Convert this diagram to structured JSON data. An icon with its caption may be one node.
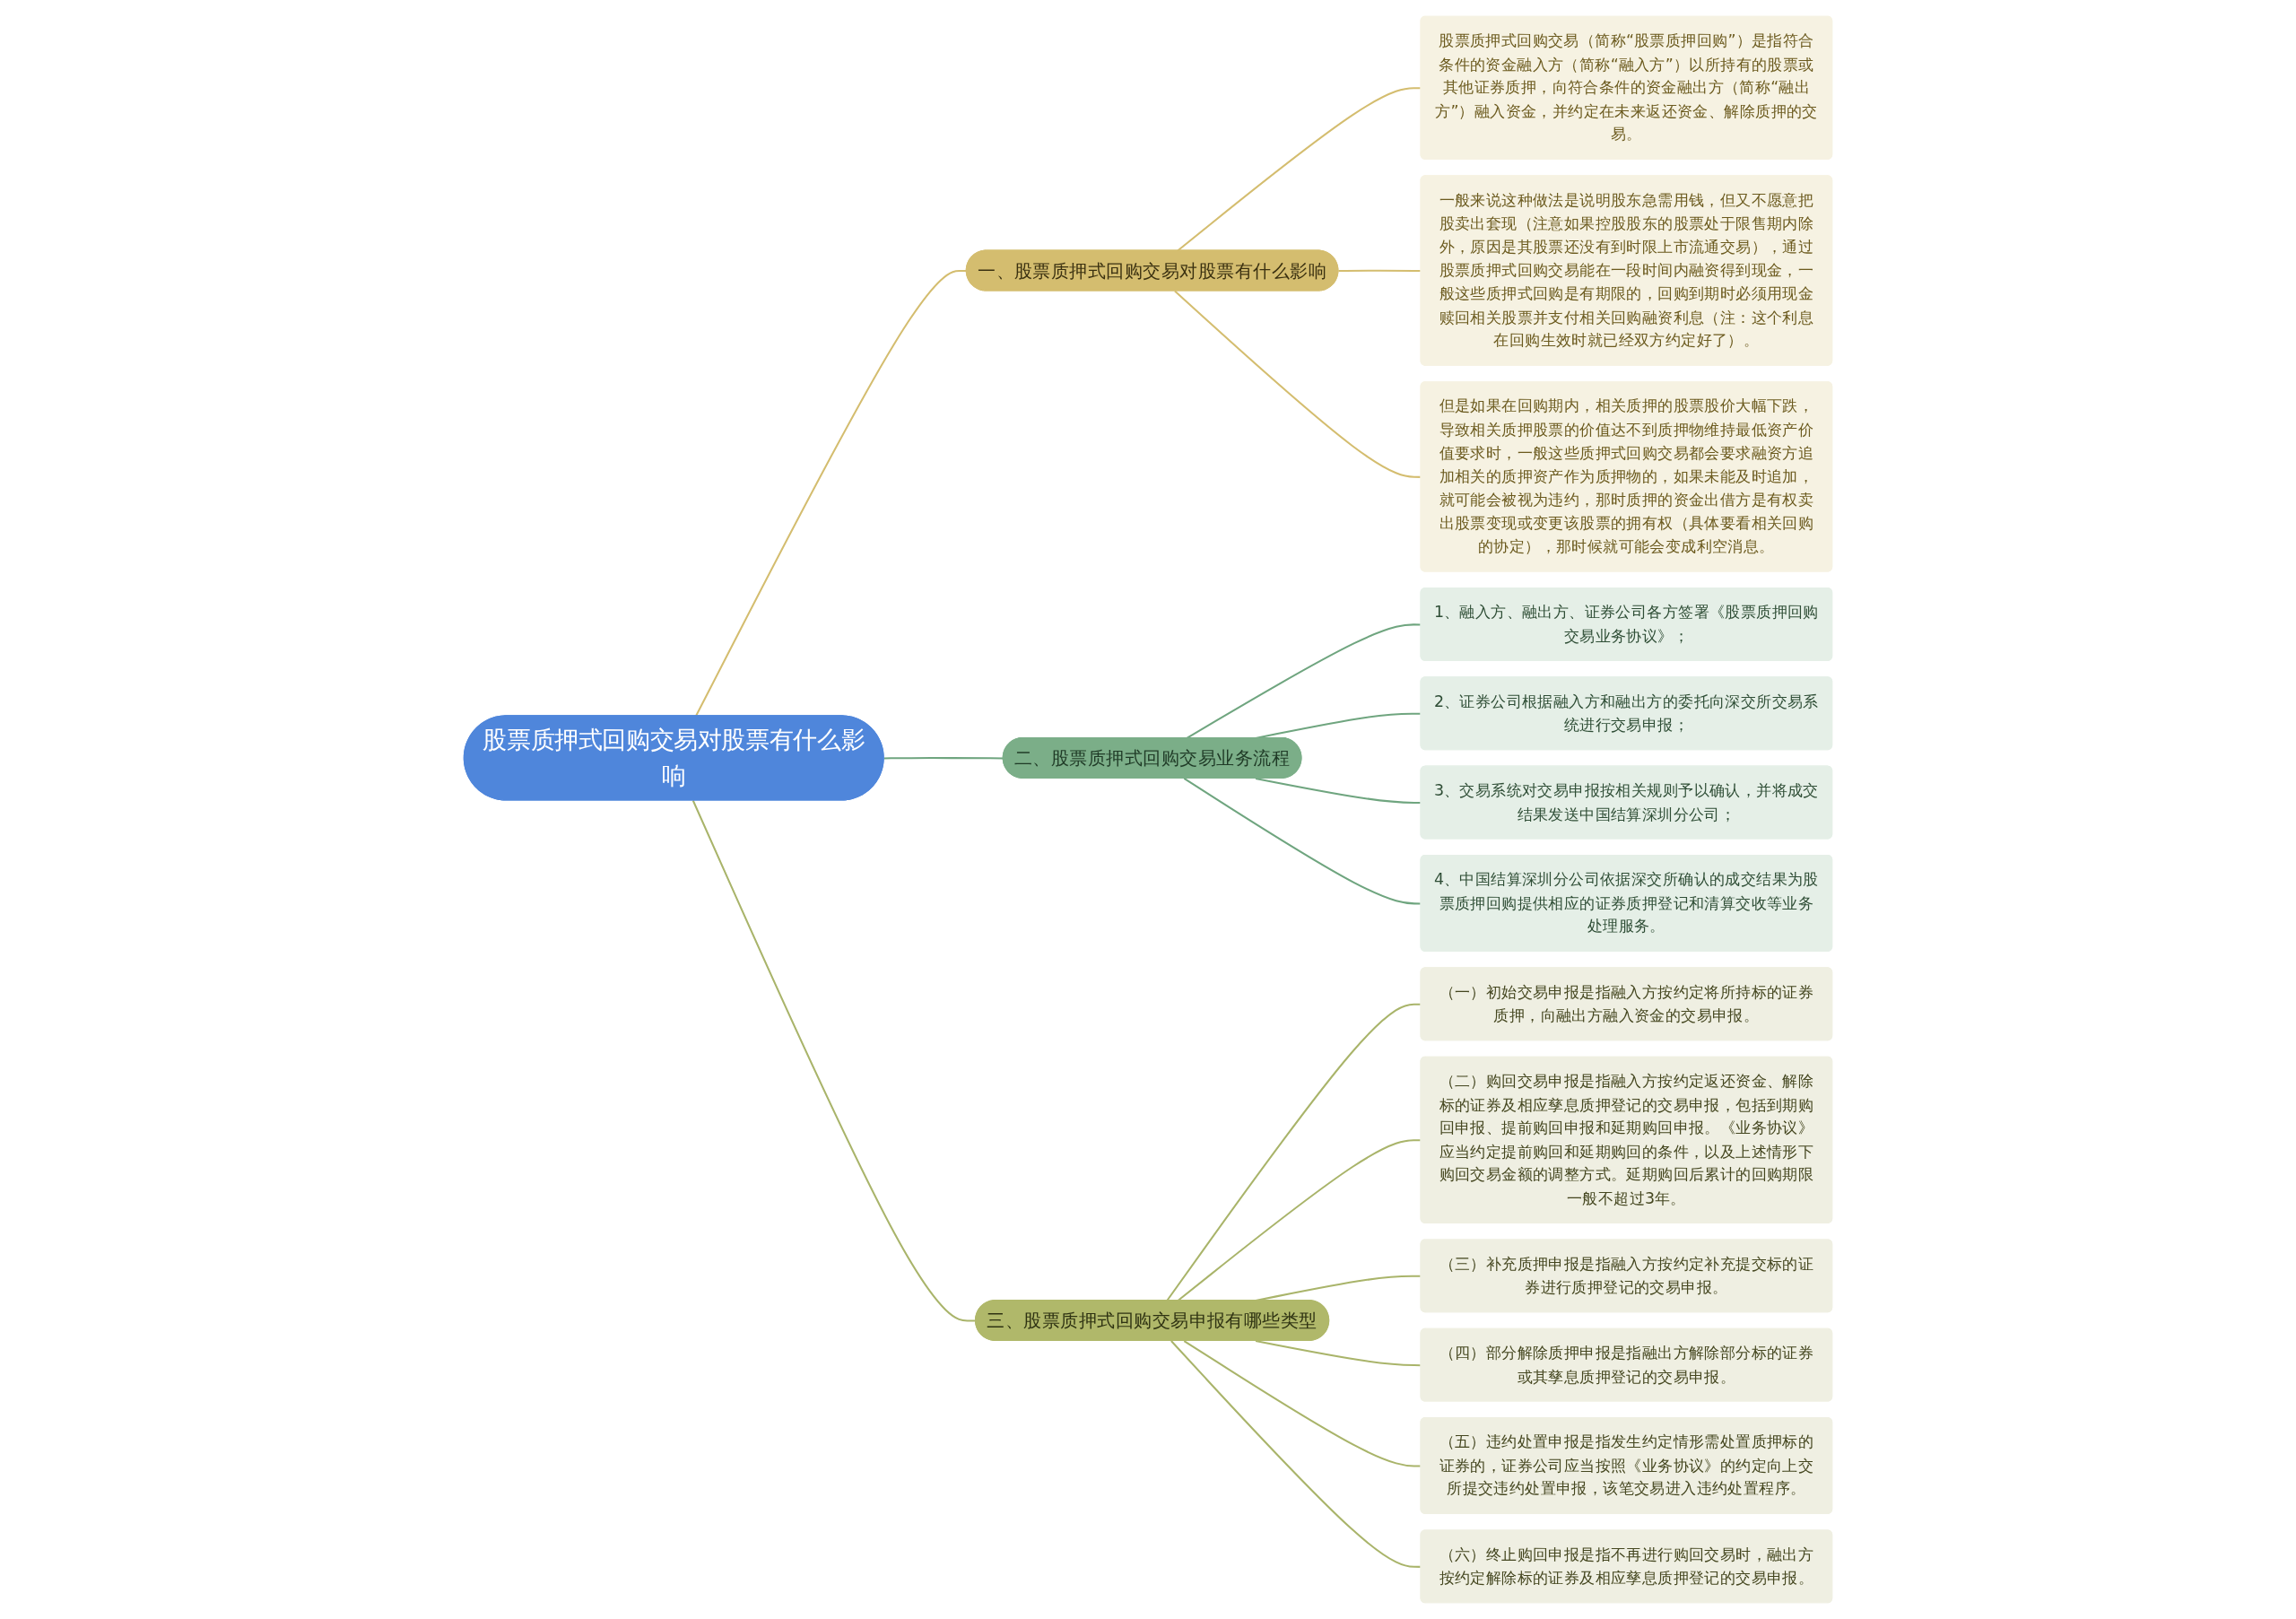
{
  "diagram": {
    "nodes": [
      {
        "text": [
          "股票质押式回购交易对股票有什么影响"
        ]
      },
      {
        "text": [
          "一、股票质押式回购交易对股票有什么影响"
        ]
      },
      {
        "text": [
          "股票质押式回购交易（简称“股票质押回购”）是指符合条件的资金融入方（简称“融入方”）以所持有的股票或其他证券质押，向符合条件的资金融出方（简称“融出方”）融入资金，并约定在未来返还资金、解除质押的交易。"
        ]
      },
      {
        "text": [
          "一般来说这种做法是说明股东急需用钱，但又不愿意把股卖出套现（注意如果控股股东的股票处于限售期内除外，原因是其股票还没有到时限上市流通交易），通过股票质押式回购交易能在一段时间内融资得到现金，一般这些质押式回购是有期限的，回购到期时必须用现金赎回相关股票并支付相关回购融资利息（注：这个利息在回购生效时就已经双方约定好了）。"
        ]
      },
      {
        "text": [
          "但是如果在回购期内，相关质押的股票股价大幅下跌，导致相关质押股票的价值达不到质押物维持最低资产价值要求时，一般这些质押式回购交易都会要求融资方追加相关的质押资产作为质押物的，如果未能及时追加，就可能会被视为违约，那时质押的资金出借方是有权卖出股票变现或变更该股票的拥有权（具体要看相关回购的协定），那时候就可能会变成利空消息。"
        ]
      },
      {
        "text": [
          "二、股票质押式回购交易业务流程"
        ]
      },
      {
        "text": [
          "1、融入方、融出方、证券公司各方签署《股票质押回购交易业务协议》；"
        ]
      },
      {
        "text": [
          "2、证券公司根据融入方和融出方的委托向深交所交易系统进行交易申报；"
        ]
      },
      {
        "text": [
          "3、交易系统对交易申报按相关规则予以确认，并将成交结果发送中国结算深圳分公司；"
        ]
      },
      {
        "text": [
          "4、中国结算深圳分公司依据深交所确认的成交结果为股票质押回购提供相应的证券质押登记和清算交收等业务处理服务。"
        ]
      },
      {
        "text": [
          "三、股票质押式回购交易申报有哪些类型"
        ]
      },
      {
        "text": [
          "（一）初始交易申报是指融入方按约定将所持标的证券质押，向融出方融入资金的交易申报。"
        ]
      },
      {
        "text": [
          "（二）购回交易申报是指融入方按约定返还资金、解除标的证券及相应孳息质押登记的交易申报，包括到期购回申报、提前购回申报和延期购回申报。《业务协议》应当约定提前购回和延期购回的条件，以及上述情形下购回交易金额的调整方式。延期购回后累计的回购期限一般不超过3年。"
        ]
      },
      {
        "text": [
          "（三）补充质押申报是指融入方按约定补充提交标的证券进行质押登记的交易申报。"
        ]
      },
      {
        "text": [
          "（四）部分解除质押申报是指融出方解除部分标的证券或其孳息质押登记的交易申报。"
        ]
      },
      {
        "text": [
          "（五）违约处置申报是指发生约定情形需处置质押标的证券的，证券公司应当按照《业务协议》的约定向上交所提交违约处置申报，该笔交易进入违约处置程序。"
        ]
      },
      {
        "text": [
          "（六）终止购回申报是指不再进行购回交易时，融出方按约定解除标的证券及相应孳息质押登记的交易申报。"
        ]
      }
    ],
    "edges": [
      {
        "from": 0,
        "to": 1,
        "arrow": "none",
        "color": "#d4bd6f"
      },
      {
        "from": 1,
        "to": 2,
        "arrow": "none",
        "color": "#d4bd6f"
      },
      {
        "from": 1,
        "to": 3,
        "arrow": "none",
        "color": "#d4bd6f"
      },
      {
        "from": 1,
        "to": 4,
        "arrow": "none",
        "color": "#d4bd6f"
      },
      {
        "from": 0,
        "to": 5,
        "arrow": "none",
        "color": "#6fa57f"
      },
      {
        "from": 5,
        "to": 6,
        "arrow": "none",
        "color": "#6fa57f"
      },
      {
        "from": 5,
        "to": 7,
        "arrow": "none",
        "color": "#6fa57f"
      },
      {
        "from": 5,
        "to": 8,
        "arrow": "none",
        "color": "#6fa57f"
      },
      {
        "from": 5,
        "to": 9,
        "arrow": "none",
        "color": "#6fa57f"
      },
      {
        "from": 0,
        "to": 10,
        "arrow": "none"
      },
      {
        "from": 10,
        "to": 11,
        "arrow": "none"
      },
      {
        "from": 10,
        "to": 12,
        "arrow": "none"
      },
      {
        "from": 10,
        "to": 13,
        "arrow": "none"
      },
      {
        "from": 10,
        "to": 14,
        "arrow": "none"
      },
      {
        "from": 10,
        "to": 15,
        "arrow": "none"
      },
      {
        "from": 10,
        "to": 16,
        "arrow": "none"
      }
    ]
  }
}
